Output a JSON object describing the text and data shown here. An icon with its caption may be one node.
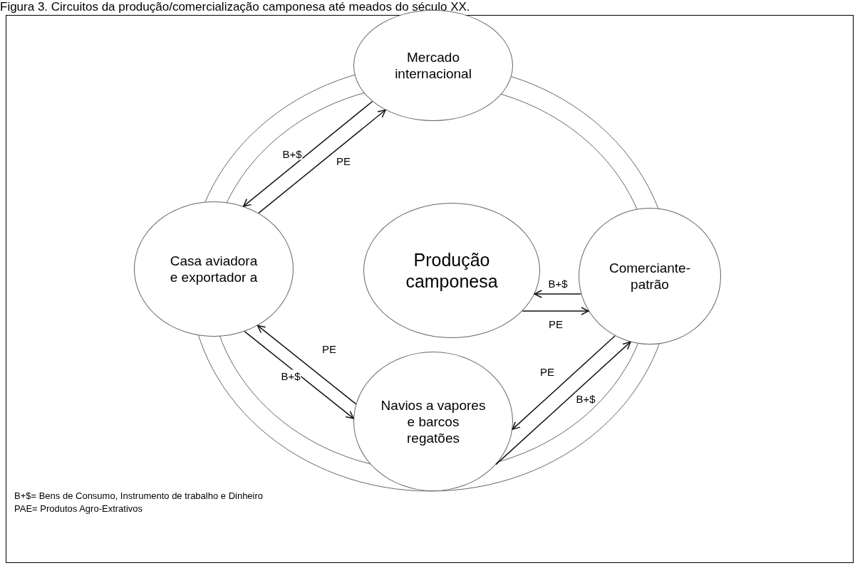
{
  "diagram": {
    "title": "Figura 3. Circuitos da produção/comercialização camponesa até meados do século XX.",
    "nodes": [
      {
        "text": [
          "Mercado internacional"
        ]
      },
      {
        "text": [
          "Casa aviadora e exportador a"
        ]
      },
      {
        "text": [
          "Produção camponesa"
        ]
      },
      {
        "text": [
          "Comerciante- patrão"
        ]
      },
      {
        "text": [
          "Navios a vapores e barcos regatões"
        ]
      }
    ],
    "edges": [
      {
        "from": 0,
        "to": 1,
        "arrow": "to",
        "label": "B+$"
      },
      {
        "from": 1,
        "to": 0,
        "arrow": "to",
        "label": "PE"
      },
      {
        "from": 3,
        "to": 2,
        "arrow": "to",
        "label": "B+$"
      },
      {
        "from": 2,
        "to": 3,
        "arrow": "to",
        "label": "PE"
      },
      {
        "from": 1,
        "to": 4,
        "arrow": "to",
        "label": "B+$"
      },
      {
        "from": 4,
        "to": 1,
        "arrow": "to",
        "label": "PE"
      },
      {
        "from": 3,
        "to": 4,
        "arrow": "to",
        "label": "PE"
      },
      {
        "from": 4,
        "to": 3,
        "arrow": "to",
        "label": "B+$"
      }
    ],
    "labels": [
      "B+$= Bens de Consumo, Instrumento de trabalho e Dinheiro",
      "PAE= Produtos Agro-Extrativos"
    ]
  }
}
